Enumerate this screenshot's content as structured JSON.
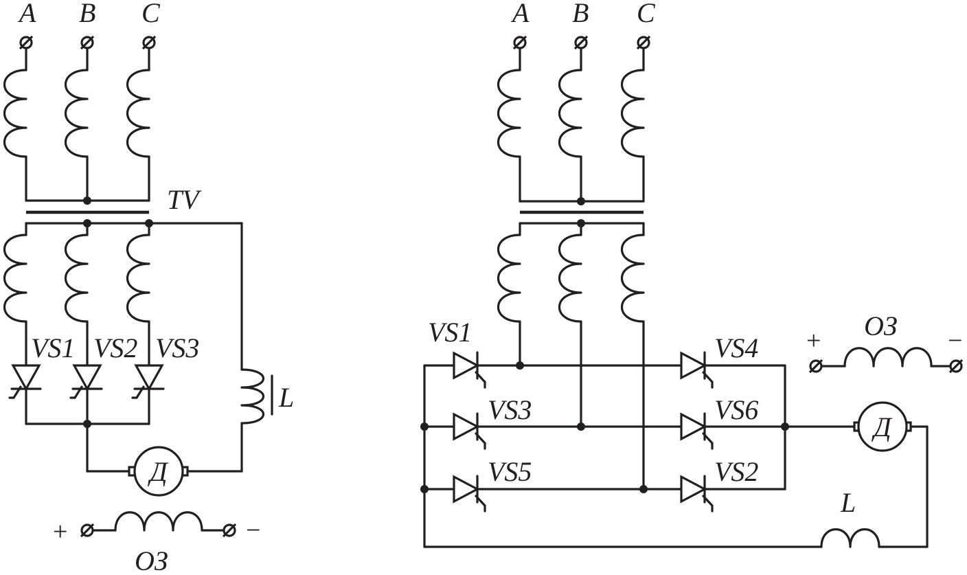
{
  "left_circuit": {
    "phase_labels": [
      "A",
      "B",
      "C"
    ],
    "transformer_label": "TV",
    "thyristor_labels": [
      "VS1",
      "VS2",
      "VS3"
    ],
    "inductor_label": "L",
    "motor_label": "Д",
    "field_winding": {
      "plus": "+",
      "minus": "−",
      "label": "ОЗ"
    }
  },
  "right_circuit": {
    "phase_labels": [
      "A",
      "B",
      "C"
    ],
    "thyristor_labels": [
      "VS1",
      "VS3",
      "VS5",
      "VS4",
      "VS6",
      "VS2"
    ],
    "inductor_label": "L",
    "motor_label": "Д",
    "field_winding": {
      "plus": "+",
      "minus": "−",
      "label": "ОЗ"
    }
  },
  "colors": {
    "line": "#231f20",
    "background": "#ffffff"
  }
}
